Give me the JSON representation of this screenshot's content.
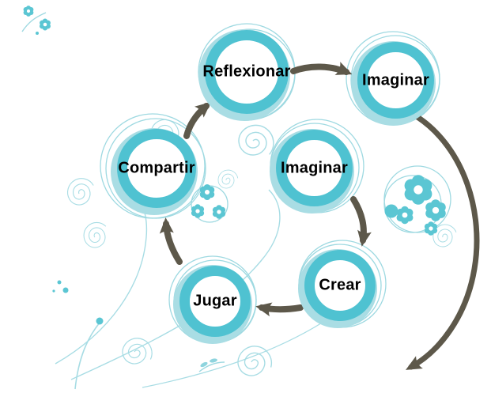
{
  "diagram": {
    "type": "cycle-diagram",
    "language": "es",
    "nodes": [
      {
        "id": "reflexionar",
        "label": "Reflexionar"
      },
      {
        "id": "imaginar-top",
        "label": "Imaginar"
      },
      {
        "id": "imaginar-center",
        "label": "Imaginar"
      },
      {
        "id": "compartir",
        "label": "Compartir"
      },
      {
        "id": "crear",
        "label": "Crear"
      },
      {
        "id": "jugar",
        "label": "Jugar"
      }
    ],
    "edges": [
      {
        "from": "compartir",
        "to": "reflexionar"
      },
      {
        "from": "reflexionar",
        "to": "imaginar-top"
      },
      {
        "from": "imaginar-center",
        "to": "crear"
      },
      {
        "from": "crear",
        "to": "jugar"
      },
      {
        "from": "jugar",
        "to": "compartir"
      },
      {
        "from": "imaginar-top",
        "to": "offscreen-bottom-right"
      }
    ],
    "colors": {
      "ring": "#4fc2d1",
      "ring_light": "#a9dde4",
      "arrow": "#5d584a",
      "doodle": "#9ed9e1",
      "flower": "#5bc6d3",
      "label": "#000000",
      "background": "#ffffff"
    }
  }
}
